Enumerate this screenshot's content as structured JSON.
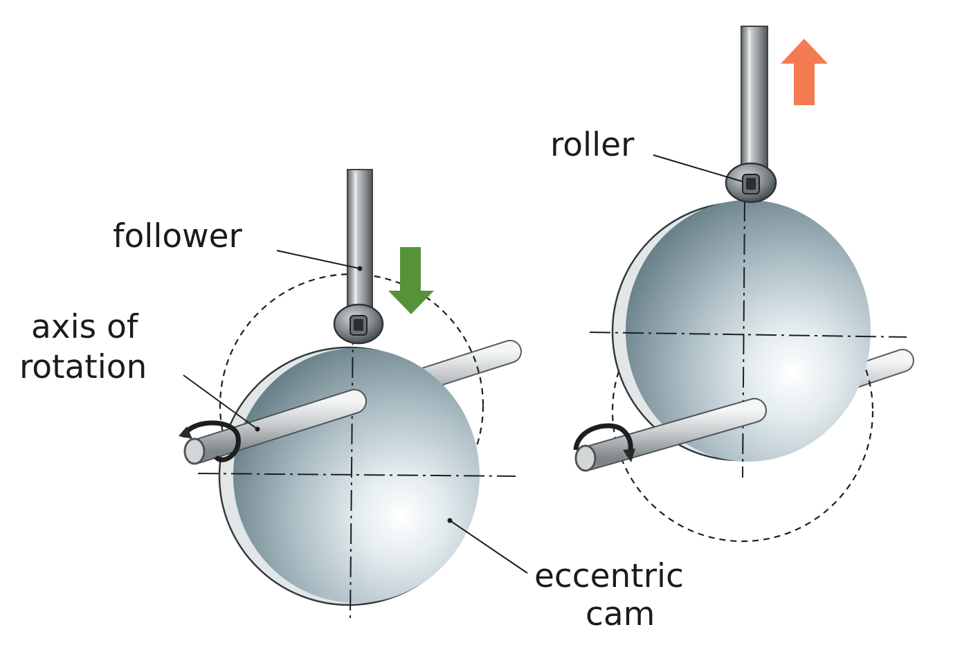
{
  "labels": {
    "follower": "follower",
    "axis_line1": "axis of",
    "axis_line2": "rotation",
    "roller": "roller",
    "eccentric_line1": "eccentric",
    "eccentric_line2": "cam"
  },
  "colors": {
    "cam_fill": "#9fb4bc",
    "cam_edge": "#3c4a50",
    "shaft": "#c4c8ca",
    "rod": "#8a9093",
    "down_arrow": "#55923a",
    "up_arrow": "#f47a52",
    "rotation_arrow": "#222222",
    "leader_line": "#1b1b1b"
  },
  "icons": {
    "down_arrow": "arrow-down-icon",
    "up_arrow": "arrow-up-icon",
    "rotation": "rotation-arrow-icon"
  }
}
